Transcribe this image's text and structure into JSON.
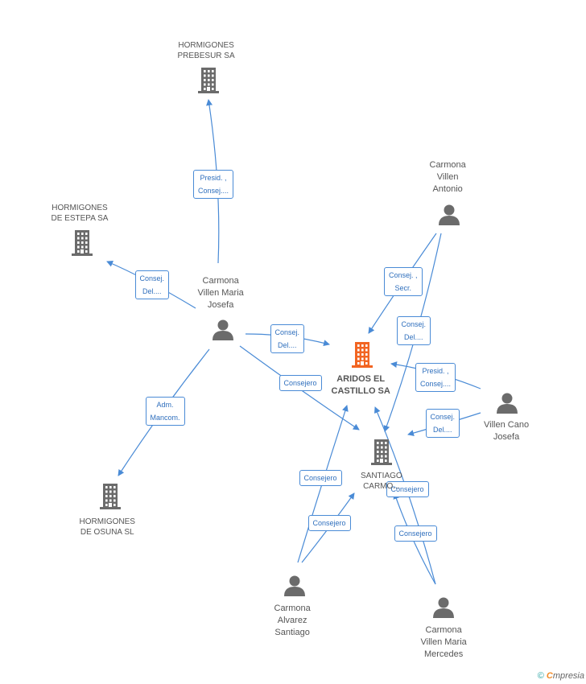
{
  "nodes": {
    "prebesur": {
      "label": "HORMIGONES\nPREBESUR SA",
      "type": "company"
    },
    "estepa": {
      "label": "HORMIGONES\nDE ESTEPA SA",
      "type": "company"
    },
    "osuna": {
      "label": "HORMIGONES\nDE OSUNA SL",
      "type": "company"
    },
    "aridos": {
      "label": "ARIDOS EL\nCASTILLO SA",
      "type": "company-main"
    },
    "santiago": {
      "label": "SANTIAGO\nCARMO...",
      "type": "company"
    },
    "maria_josefa": {
      "label": "Carmona\nVillen Maria\nJosefa",
      "type": "person"
    },
    "villen_antonio": {
      "label": "Carmona\nVillen\nAntonio",
      "type": "person"
    },
    "villen_cano": {
      "label": "Villen Cano\nJosefa",
      "type": "person"
    },
    "alvarez": {
      "label": "Carmona\nAlvarez\nSantiago",
      "type": "person"
    },
    "mercedes": {
      "label": "Carmona\nVillen Maria\nMercedes",
      "type": "person"
    }
  },
  "edges": [
    {
      "from": "maria_josefa",
      "to": "prebesur",
      "label": "Presid. ,\nConsej...."
    },
    {
      "from": "maria_josefa",
      "to": "estepa",
      "label": "Consej.\nDel...."
    },
    {
      "from": "maria_josefa",
      "to": "aridos",
      "label": "Consej.\nDel...."
    },
    {
      "from": "maria_josefa",
      "to": "santiago",
      "label": "Consejero"
    },
    {
      "from": "maria_josefa",
      "to": "osuna",
      "label": "Adm.\nMancom."
    },
    {
      "from": "villen_antonio",
      "to": "aridos",
      "label": "Consej. ,\nSecr."
    },
    {
      "from": "villen_antonio",
      "to": "santiago",
      "label": "Consej.\nDel...."
    },
    {
      "from": "villen_cano",
      "to": "aridos",
      "label": "Presid. ,\nConsej...."
    },
    {
      "from": "villen_cano",
      "to": "santiago",
      "label": "Consej.\nDel...."
    },
    {
      "from": "alvarez",
      "to": "aridos",
      "label": "Consejero"
    },
    {
      "from": "alvarez",
      "to": "santiago",
      "label": "Consejero"
    },
    {
      "from": "mercedes",
      "to": "aridos",
      "label": "Consejero"
    },
    {
      "from": "mercedes",
      "to": "santiago",
      "label": "Consejero"
    }
  ],
  "colors": {
    "edge": "#4a8bd6",
    "company": "#6b6b6b",
    "main_company": "#f26522",
    "person": "#6b6b6b"
  },
  "footer": {
    "copyright": "©",
    "brand_first": "C",
    "brand_rest": "mpresia"
  }
}
